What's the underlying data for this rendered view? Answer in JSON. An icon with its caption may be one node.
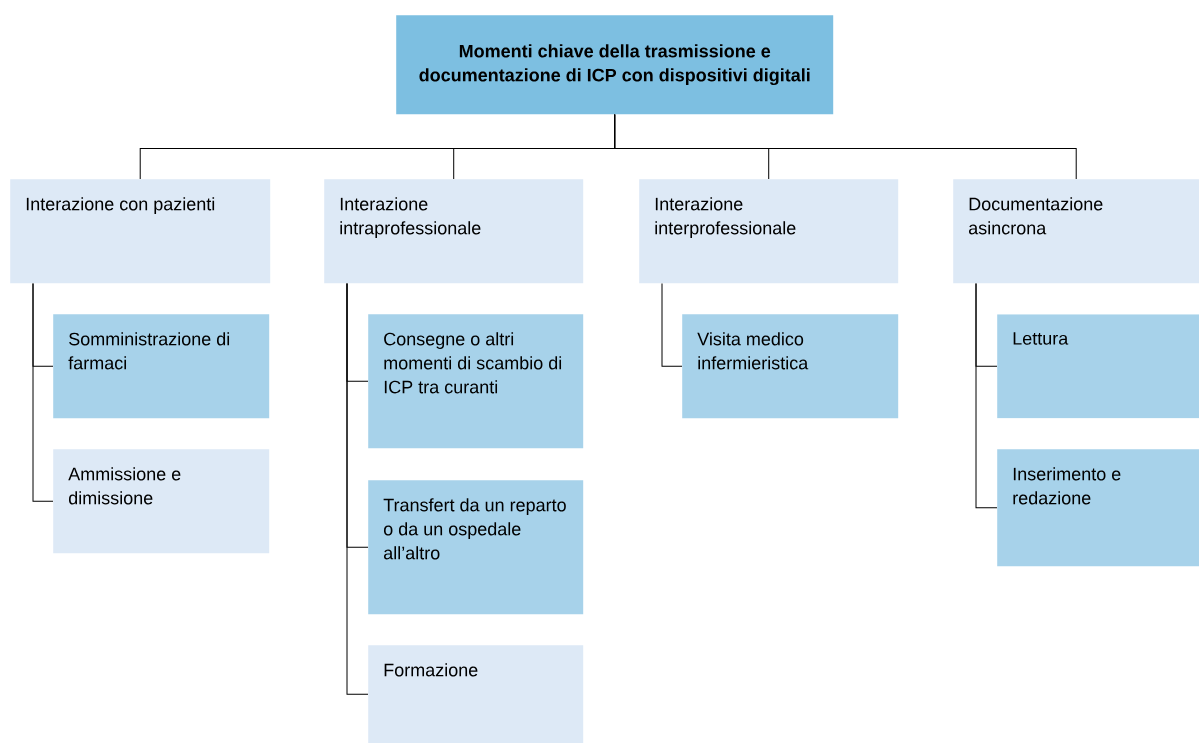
{
  "diagram": {
    "nodes": [
      {
        "text": [
          "Momenti chiave della trasmissione e documentazione di ICP con dispositivi digitali"
        ]
      },
      {
        "text": [
          "Interazione con pazienti"
        ]
      },
      {
        "text": [
          "Somministrazione di farmaci"
        ]
      },
      {
        "text": [
          "Ammissione e dimissione"
        ]
      },
      {
        "text": [
          "Interazione intraprofessionale"
        ]
      },
      {
        "text": [
          "Consegne o altri momenti di scambio di ICP tra curanti"
        ]
      },
      {
        "text": [
          "Transfert da un reparto o da un ospedale all’altro"
        ]
      },
      {
        "text": [
          "Formazione"
        ]
      },
      {
        "text": [
          "Interazione interprofessionale"
        ]
      },
      {
        "text": [
          "Visita medico infermieristica"
        ]
      },
      {
        "text": [
          "Documentazione asincrona"
        ]
      },
      {
        "text": [
          "Lettura"
        ]
      },
      {
        "text": [
          "Inserimento e redazione"
        ]
      }
    ],
    "edges": [
      {
        "from": 0,
        "to": 1,
        "arrow": "none"
      },
      {
        "from": 0,
        "to": 4,
        "arrow": "none"
      },
      {
        "from": 0,
        "to": 8,
        "arrow": "none"
      },
      {
        "from": 0,
        "to": 10,
        "arrow": "none"
      },
      {
        "from": 1,
        "to": 2,
        "arrow": "none"
      },
      {
        "from": 1,
        "to": 3,
        "arrow": "none"
      },
      {
        "from": 4,
        "to": 5,
        "arrow": "none"
      },
      {
        "from": 4,
        "to": 6,
        "arrow": "none"
      },
      {
        "from": 4,
        "to": 7,
        "arrow": "none"
      },
      {
        "from": 8,
        "to": 9,
        "arrow": "none"
      },
      {
        "from": 10,
        "to": 11,
        "arrow": "none"
      },
      {
        "from": 10,
        "to": 12,
        "arrow": "none"
      }
    ]
  }
}
